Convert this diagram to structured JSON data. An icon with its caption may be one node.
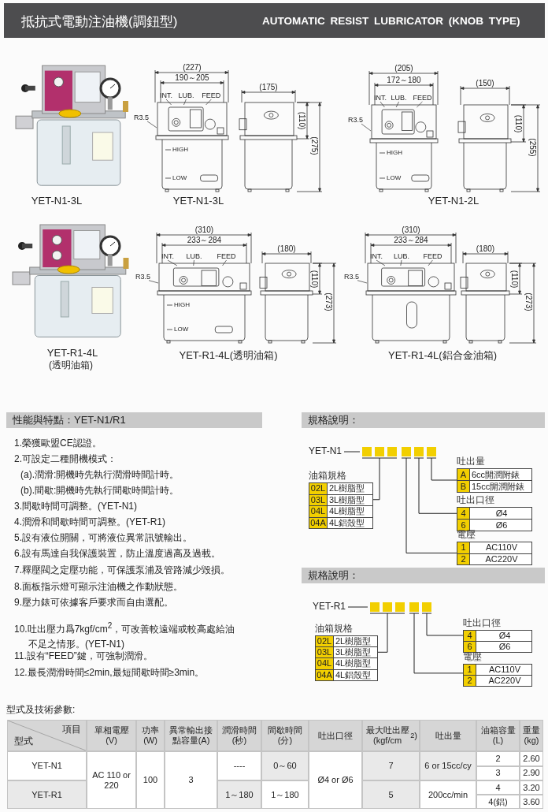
{
  "diagram": {
    "title": "抵抗式電動注油機(調鈕型)",
    "nodes": [
      {
        "text": [
          "INT."
        ]
      },
      {
        "text": [
          "LUB."
        ]
      },
      {
        "text": [
          "FEED"
        ]
      },
      {
        "text": [
          "R3.5"
        ]
      },
      {
        "text": [
          "INT."
        ]
      },
      {
        "text": [
          "LUB."
        ]
      },
      {
        "text": [
          "FEED"
        ]
      },
      {
        "text": [
          "R3.5"
        ]
      },
      {
        "text": [
          "INT."
        ]
      },
      {
        "text": [
          "LUB."
        ]
      },
      {
        "text": [
          "FEED"
        ]
      },
      {
        "text": [
          "R3.5"
        ]
      },
      {
        "text": [
          "INT."
        ]
      },
      {
        "text": [
          "LUB."
        ]
      },
      {
        "text": [
          "FEED"
        ]
      },
      {
        "text": [
          "R3.5"
        ]
      },
      {
        "text": [
          "YET-N1"
        ]
      },
      {
        "text": [],
        "shape": "box"
      },
      {
        "text": [],
        "shape": "box"
      },
      {
        "text": [],
        "shape": "box"
      },
      {
        "text": [],
        "shape": "box"
      },
      {
        "text": [],
        "shape": "box"
      },
      {
        "text": [],
        "shape": "box"
      },
      {
        "text": [
          "油箱規格",
          "02L",
          "2L樹脂型",
          "03L",
          "3L樹脂型",
          "04L",
          "4L樹脂型",
          "04A",
          "4L鋁殼型"
        ]
      },
      {
        "text": [
          "吐出量",
          "A",
          "6cc開潤附錶",
          "B",
          "15cc開潤附錶"
        ]
      },
      {
        "text": [
          "吐出口徑",
          "4",
          "Ø4",
          "6",
          "Ø6"
        ]
      },
      {
        "text": [
          "電壓",
          "1",
          "AC110V",
          "2",
          "AC220V"
        ]
      },
      {
        "text": [
          "YET-R1"
        ]
      },
      {
        "text": [],
        "shape": "box"
      },
      {
        "text": [],
        "shape": "box"
      },
      {
        "text": [],
        "shape": "box"
      },
      {
        "text": [],
        "shape": "box"
      },
      {
        "text": [],
        "shape": "box"
      },
      {
        "text": [
          "油箱規格",
          "02L",
          "2L樹脂型",
          "03L",
          "3L樹脂型",
          "04L",
          "4L樹脂型",
          "04A",
          "4L鋁殼型"
        ]
      },
      {
        "text": [
          "吐出口徑",
          "4",
          "Ø4",
          "6",
          "Ø6"
        ]
      },
      {
        "text": [
          "電壓",
          "1",
          "AC110V",
          "2",
          "AC220V"
        ]
      },
      {
        "text": [],
        "shape": "picture"
      },
      {
        "text": [],
        "shape": "picture"
      },
      {
        "text": [],
        "shape": "picture"
      },
      {
        "text": [],
        "shape": "picture"
      }
    ],
    "edges": [
      {
        "from": 0,
        "to": 36,
        "arrow": "none"
      },
      {
        "from": 1,
        "to": 36,
        "arrow": "none"
      },
      {
        "from": 2,
        "to": 36,
        "arrow": "none"
      },
      {
        "from": 3,
        "to": 36,
        "arrow": "none"
      },
      {
        "from": 4,
        "to": 37,
        "arrow": "none"
      },
      {
        "from": 5,
        "to": 37,
        "arrow": "none"
      },
      {
        "from": 6,
        "to": 37,
        "arrow": "none"
      },
      {
        "from": 7,
        "to": 37,
        "arrow": "none"
      },
      {
        "from": 8,
        "to": 38,
        "arrow": "none"
      },
      {
        "from": 9,
        "to": 38,
        "arrow": "none"
      },
      {
        "from": 10,
        "to": 38,
        "arrow": "none"
      },
      {
        "from": 11,
        "to": 38,
        "arrow": "none"
      },
      {
        "from": 12,
        "to": 39,
        "arrow": "none"
      },
      {
        "from": 13,
        "to": 39,
        "arrow": "none"
      },
      {
        "from": 14,
        "to": 39,
        "arrow": "none"
      },
      {
        "from": 15,
        "to": 39,
        "arrow": "none"
      },
      {
        "from": 16,
        "to": 17,
        "arrow": "none"
      },
      {
        "from": 17,
        "to": 23,
        "arrow": "none"
      },
      {
        "from": 18,
        "to": 23,
        "arrow": "none"
      },
      {
        "from": 19,
        "to": 23,
        "arrow": "none"
      },
      {
        "from": 20,
        "to": 26,
        "arrow": "none"
      },
      {
        "from": 21,
        "to": 25,
        "arrow": "none"
      },
      {
        "from": 22,
        "to": 24,
        "arrow": "none"
      },
      {
        "from": 27,
        "to": 28,
        "arrow": "none"
      },
      {
        "from": 28,
        "to": 33,
        "arrow": "none"
      },
      {
        "from": 29,
        "to": 33,
        "arrow": "none"
      },
      {
        "from": 30,
        "to": 33,
        "arrow": "none"
      },
      {
        "from": 31,
        "to": 35,
        "arrow": "none"
      },
      {
        "from": 32,
        "to": 34,
        "arrow": "none"
      }
    ],
    "labels": [
      "AUTOMATIC RESIST LUBRICATOR (KNOB TYPE)",
      "(227)",
      "190～205",
      "HIGH",
      "LOW",
      "(175)",
      "(110)",
      "(275)",
      "(205)",
      "172～180",
      "HIGH",
      "LOW",
      "(150)",
      "(110)",
      "(255)",
      "YET-N1-3L",
      "YET-N1-3L",
      "YET-N1-2L",
      "(310)",
      "233～284",
      "HIGH",
      "LOW",
      "(180)",
      "(110)",
      "(273)",
      "(310)",
      "233～284",
      "(180)",
      "(110)",
      "(273)",
      "YET-R1-4L",
      "(透明油箱)",
      "YET-R1-4L(透明油箱)",
      "YET-R1-4L(鋁合金油箱)",
      "性能與特點：YET-N1/R1",
      "1.榮獲歐盟CE認證。",
      "2.可設定二種開機模式：",
      "(a).潤滑:開機時先執行潤滑時間計時。",
      "(b).間歇:開機時先執行間歇時間計時。",
      "3.間歇時間可調整。(YET-N1)",
      "4.潤滑和間歇時間可調整。(YET-R1)",
      "5.設有液位開關，可將液位異常訊號輸出。",
      "6.設有馬達自我保護裝置，防止溫度過高及過載。",
      "7.釋壓閥之定壓功能，可保護泵浦及管路減少毀損。",
      "8.面板指示燈可顯示注油機之作動狀態。",
      "9.壓力錶可依據客戶要求而自由選配。",
      "10.吐出壓力爲7kgf/cm$^{2}$，可改善較遠端或較高處給油不足之情形。(YET-N1)",
      "11.設有“FEED”鍵，可強制潤滑。",
      "12.最長潤滑時間≤2min,最短間歇時間≥3min。",
      "規格說明：",
      "規格說明：",
      "型式及技術參數:",
      "項目",
      "型式",
      "單相電壓(V)",
      "功率(W)",
      "異常輸出接點容量(A)",
      "潤滑時間(秒)",
      "間歇時間(分)",
      "吐出口徑",
      "最大吐出壓(kgf/cm$^{2}$)",
      "吐出量",
      "油箱容量(L)",
      "重量(kg)",
      "YET-N1",
      "AC 110 or 220",
      "100",
      "3",
      "----",
      "0～60",
      "Ø4 or Ø6",
      "7",
      "6 or 15cc/cy",
      "2",
      "3",
      "2.60",
      "2.90",
      "YET-R1",
      "1～180",
      "1～180",
      "5",
      "200cc/min",
      "4",
      "4(鋁)",
      "3.20",
      "3.60"
    ]
  }
}
